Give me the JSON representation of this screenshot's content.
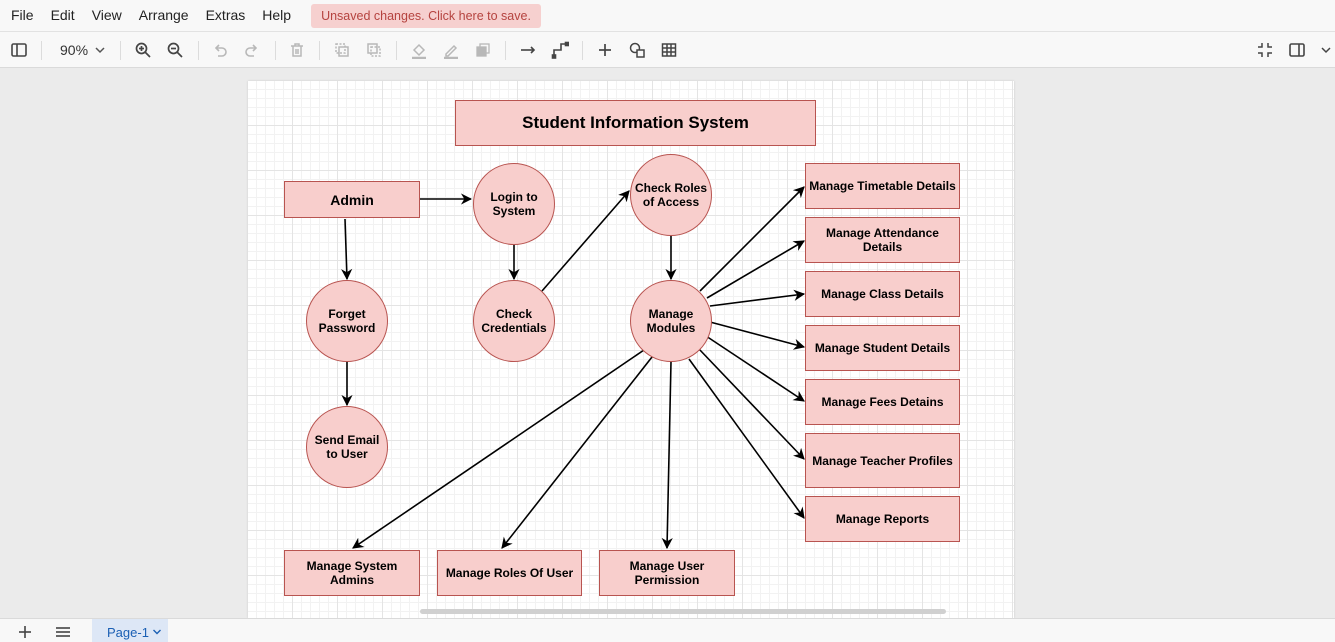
{
  "menu": {
    "items": [
      {
        "id": "file",
        "label": "File"
      },
      {
        "id": "edit",
        "label": "Edit"
      },
      {
        "id": "view",
        "label": "View"
      },
      {
        "id": "arrange",
        "label": "Arrange"
      },
      {
        "id": "extras",
        "label": "Extras"
      },
      {
        "id": "help",
        "label": "Help"
      }
    ],
    "unsaved": "Unsaved changes. Click here to save."
  },
  "toolbar": {
    "zoom": "90%"
  },
  "colors": {
    "node_fill": "#f8cecc",
    "node_stroke": "#b85450",
    "banner_bg": "#f6d0cf",
    "banner_text": "#b5433f",
    "page_tab_bg": "#dde7f6",
    "page_tab_text": "#1a5fb4"
  },
  "diagram": {
    "title": "Student Information System",
    "nodes": {
      "admin": "Admin",
      "login": "Login to System",
      "check_roles": "Check Roles of Access",
      "forget_password": "Forget Password",
      "check_credentials": "Check Credentials",
      "manage_modules": "Manage Modules",
      "send_email": "Send Email to User",
      "manage_timetable": "Manage Timetable Details",
      "manage_attendance": "Manage Attendance Details",
      "manage_class": "Manage Class Details",
      "manage_student": "Manage Student Details",
      "manage_fees": "Manage Fees Detains",
      "manage_teacher": "Manage Teacher Profiles",
      "manage_reports": "Manage Reports",
      "manage_system_admins": "Manage System Admins",
      "manage_roles": "Manage Roles Of User",
      "manage_user_permission": "Manage User Permission"
    }
  },
  "bottombar": {
    "page_tab": "Page-1"
  }
}
